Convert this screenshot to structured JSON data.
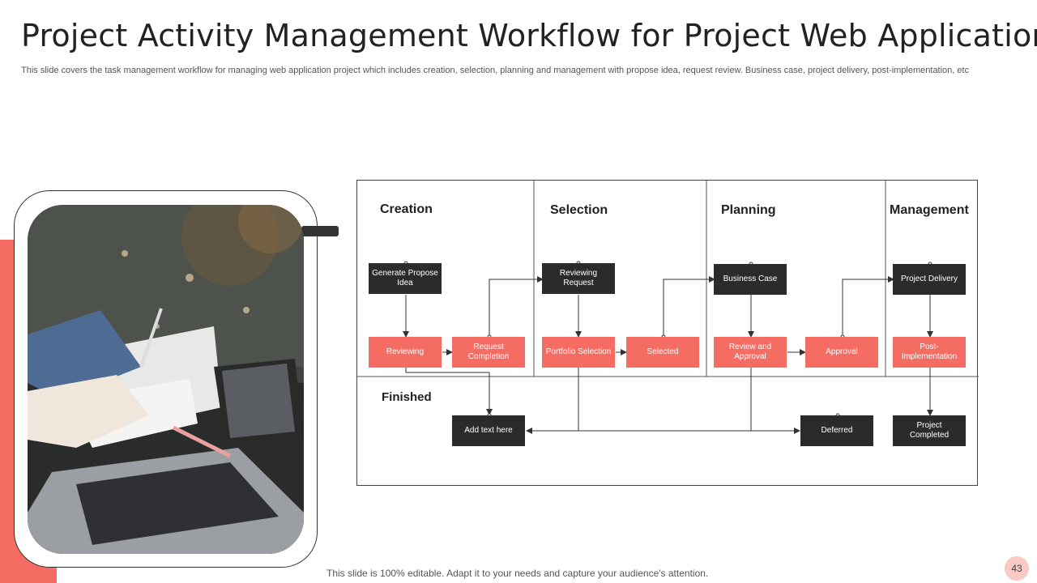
{
  "slide": {
    "title": "Project Activity Management Workflow for Project Web Application",
    "subtitle": "This slide covers the task management workflow for managing web application project which includes creation, selection, planning and management with propose idea, request review. Business case, project delivery, post-implementation, etc",
    "footer": "This slide is 100% editable. Adapt it to your needs and capture your audience's attention.",
    "page_number": "43"
  },
  "colors": {
    "accent": "#f56c63",
    "dark": "#2b2b2b"
  },
  "diagram": {
    "phases": {
      "creation": "Creation",
      "selection": "Selection",
      "planning": "Planning",
      "management": "Management",
      "finished": "Finished"
    },
    "boxes": {
      "generate_propose_idea": "Generate Propose Idea",
      "reviewing": "Reviewing",
      "request_completion": "Request Completion",
      "reviewing_request": "Reviewing Request",
      "portfolio_selection": "Portfolio Selection",
      "selected": "Selected",
      "business_case": "Business Case",
      "review_and_approval": "Review and Approval",
      "approval": "Approval",
      "project_delivery": "Project Delivery",
      "post_implementation": "Post-Implementation",
      "add_text_here": "Add text here",
      "deferred": "Deferred",
      "project_completed": "Project Completed"
    }
  }
}
